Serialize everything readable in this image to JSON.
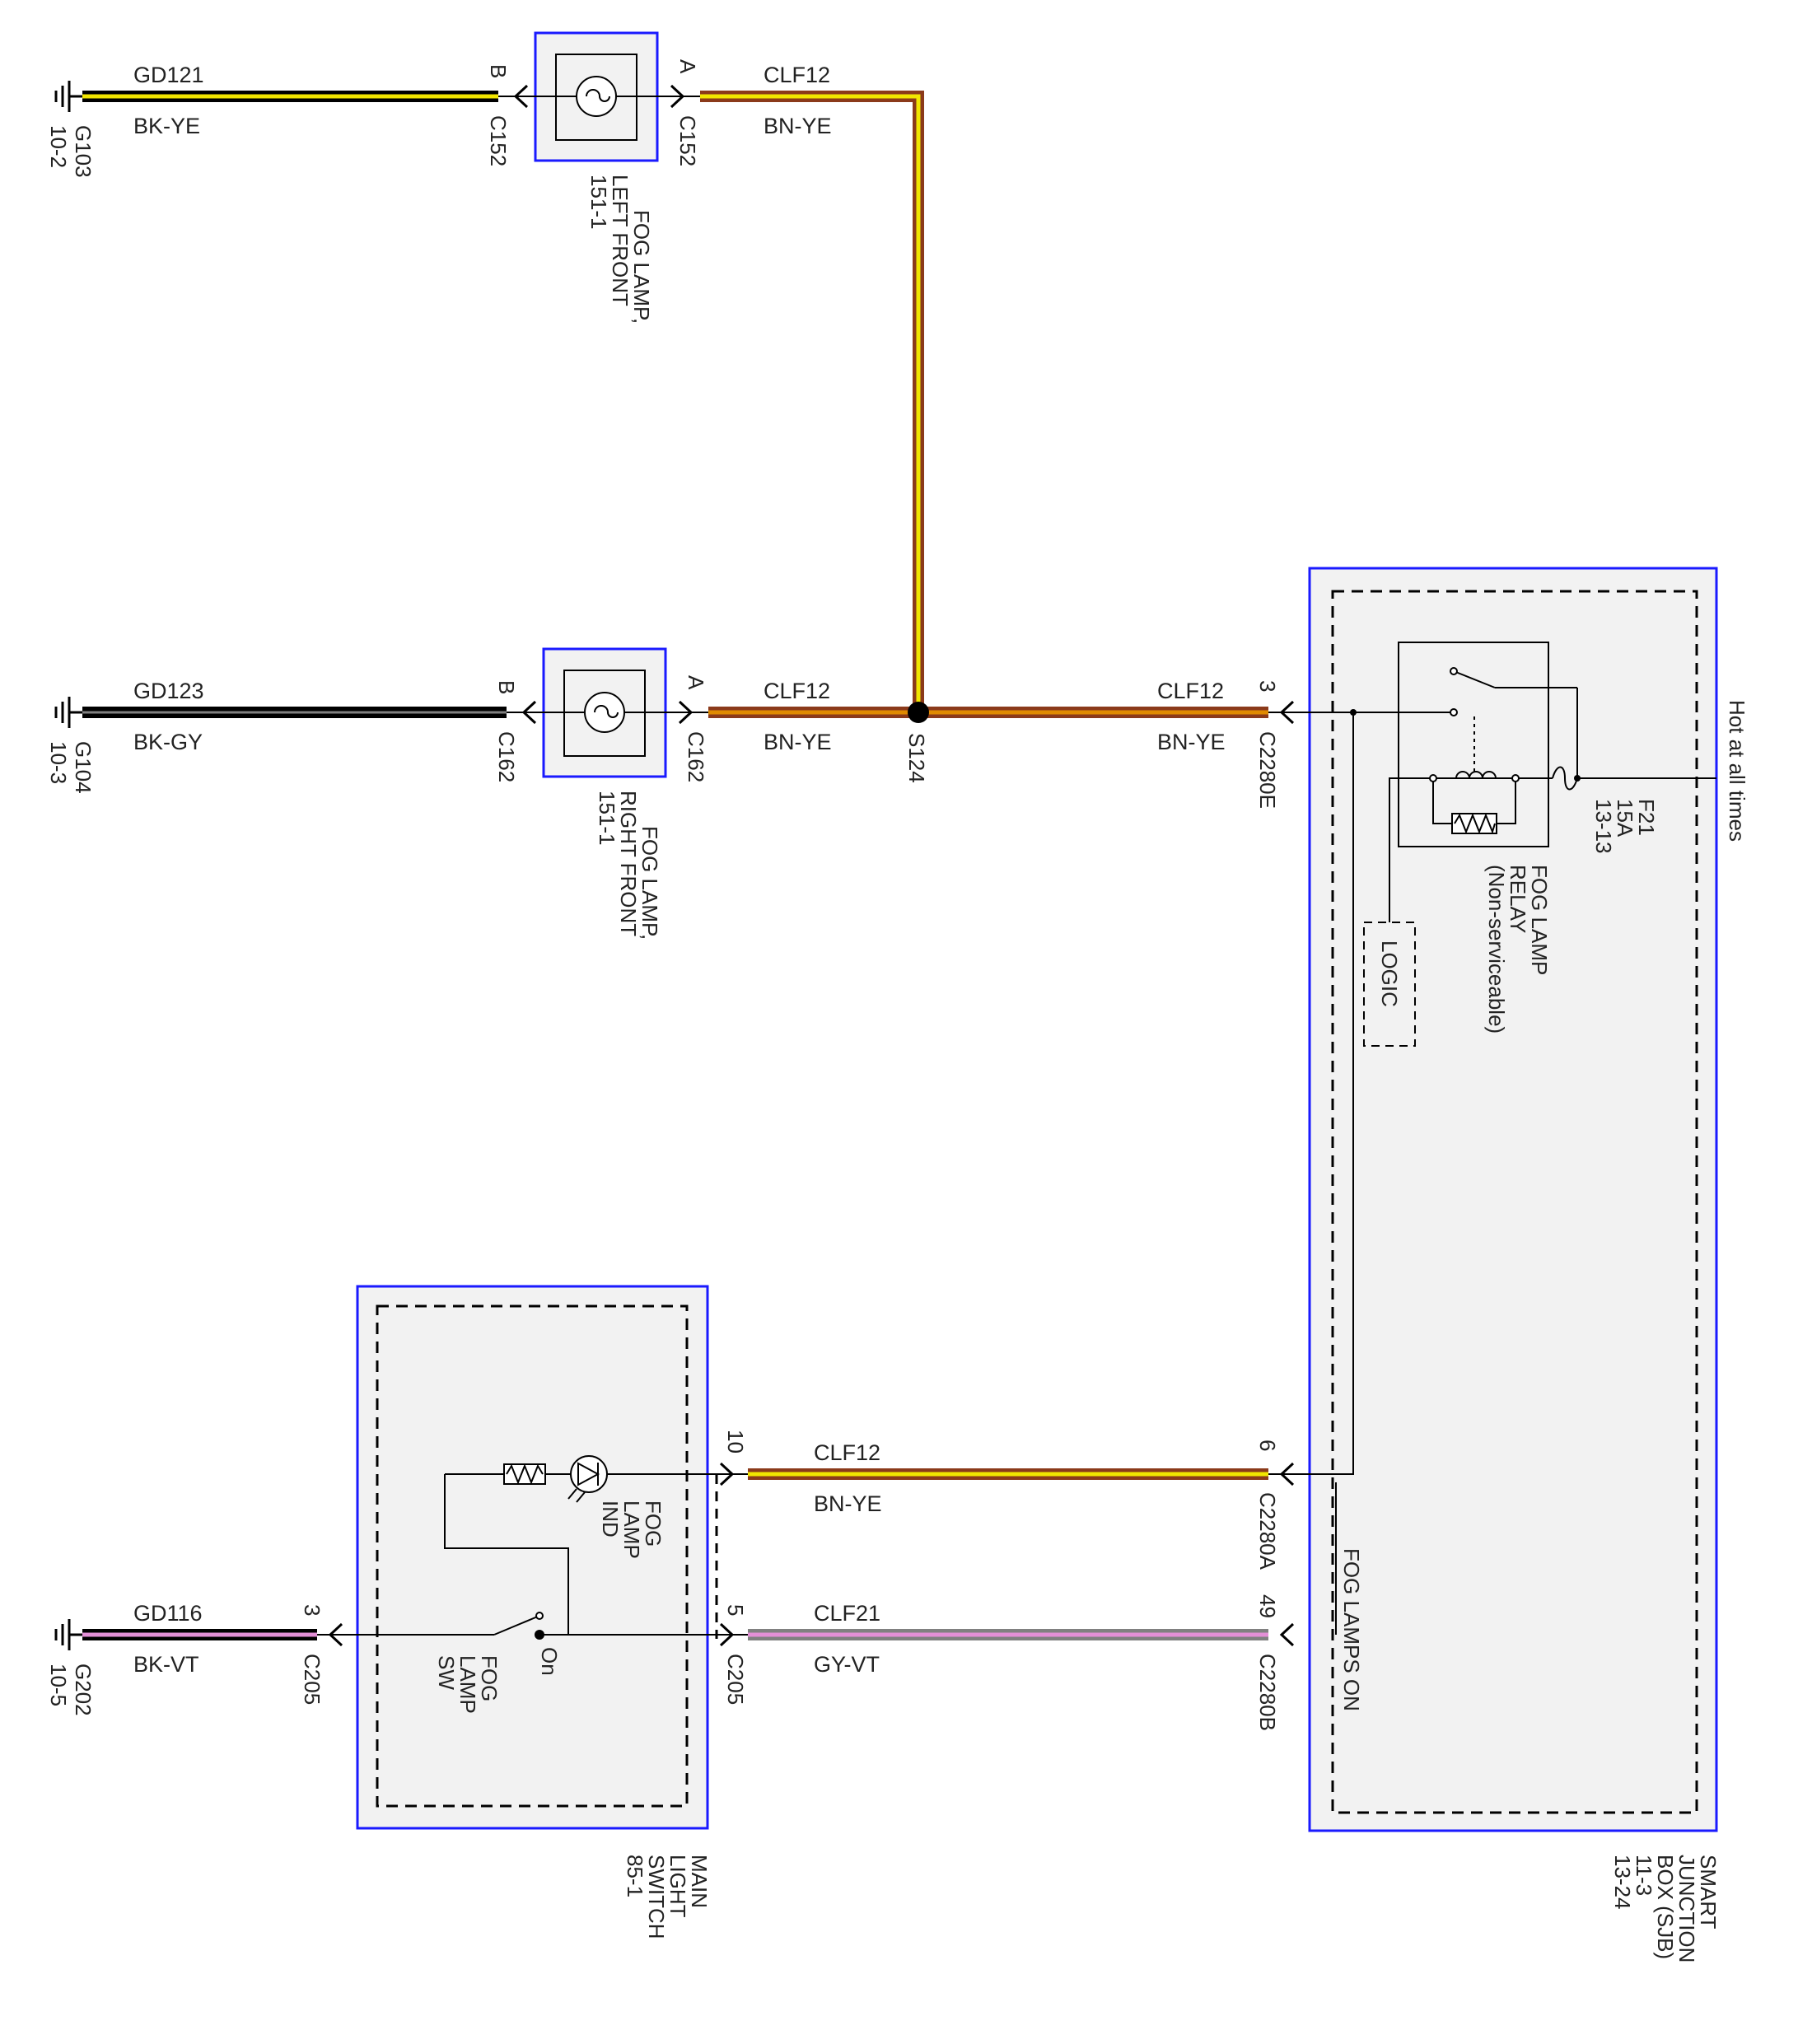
{
  "colors": {
    "yellow": "#f2e600",
    "brown": "#8b3a1a",
    "orange": "#e08a00",
    "black": "#000000",
    "gray": "#808080",
    "pink": "#e38fd6",
    "violet": "#b080c0",
    "box_blue": "#1a1aff",
    "box_fill": "#f2f2f2"
  },
  "grounds": {
    "g103": {
      "id": "G103",
      "ref": "10-2"
    },
    "g104": {
      "id": "G104",
      "ref": "10-3"
    },
    "g202": {
      "id": "G202",
      "ref": "10-5"
    }
  },
  "wires": {
    "gd121": {
      "circuit": "GD121",
      "color": "BK-YE"
    },
    "gd123": {
      "circuit": "GD123",
      "color": "BK-GY"
    },
    "gd116": {
      "circuit": "GD116",
      "color": "BK-VT"
    },
    "clf12_left": {
      "circuit": "CLF12",
      "color": "BN-YE"
    },
    "clf12_right": {
      "circuit": "CLF12",
      "color": "BN-YE"
    },
    "clf12_sjb": {
      "circuit": "CLF12",
      "color": "BN-YE"
    },
    "clf12_switch": {
      "circuit": "CLF12",
      "color": "BN-YE"
    },
    "clf21_switch": {
      "circuit": "CLF21",
      "color": "GY-VT"
    }
  },
  "connectors": {
    "c152_b": {
      "name": "C152",
      "pin": "B"
    },
    "c152_a": {
      "name": "C152",
      "pin": "A"
    },
    "c162_b": {
      "name": "C162",
      "pin": "B"
    },
    "c162_a": {
      "name": "C162",
      "pin": "A"
    },
    "c2280e": {
      "name": "C2280E",
      "pin": "3"
    },
    "c2280a": {
      "name": "C2280A",
      "pin": "6"
    },
    "c2280b": {
      "name": "C2280B",
      "pin": "49"
    },
    "c205_10": {
      "name": "C205",
      "pin": "10"
    },
    "c205_5": {
      "name": "C205",
      "pin": "5"
    },
    "c205_3": {
      "name": "C205",
      "pin": "3"
    }
  },
  "splice": {
    "name": "S124"
  },
  "components": {
    "fog_left": {
      "line1": "FOG LAMP,",
      "line2": "LEFT FRONT",
      "line3": "151-1"
    },
    "fog_right": {
      "line1": "FOG LAMP,",
      "line2": "RIGHT FRONT",
      "line3": "151-1"
    },
    "sjb": {
      "line1": "SMART",
      "line2": "JUNCTION",
      "line3": "BOX (SJB)",
      "line4": "11-3",
      "line5": "13-24"
    },
    "main_switch": {
      "line1": "MAIN",
      "line2": "LIGHT",
      "line3": "SWITCH",
      "line4": "85-1"
    },
    "relay": {
      "line1": "FOG LAMP",
      "line2": "RELAY",
      "line3": "(Non-serviceable)"
    },
    "fuse": {
      "name": "F21",
      "rating": "15A",
      "ref": "13-13"
    },
    "logic": "LOGIC",
    "fog_lamps_on": "FOG LAMPS ON",
    "hot": "Hot at all times",
    "indicator": {
      "line1": "FOG",
      "line2": "LAMP",
      "line3": "IND"
    },
    "fog_switch": {
      "line1": "FOG",
      "line2": "LAMP",
      "line3": "SW"
    },
    "switch_state": "On"
  }
}
